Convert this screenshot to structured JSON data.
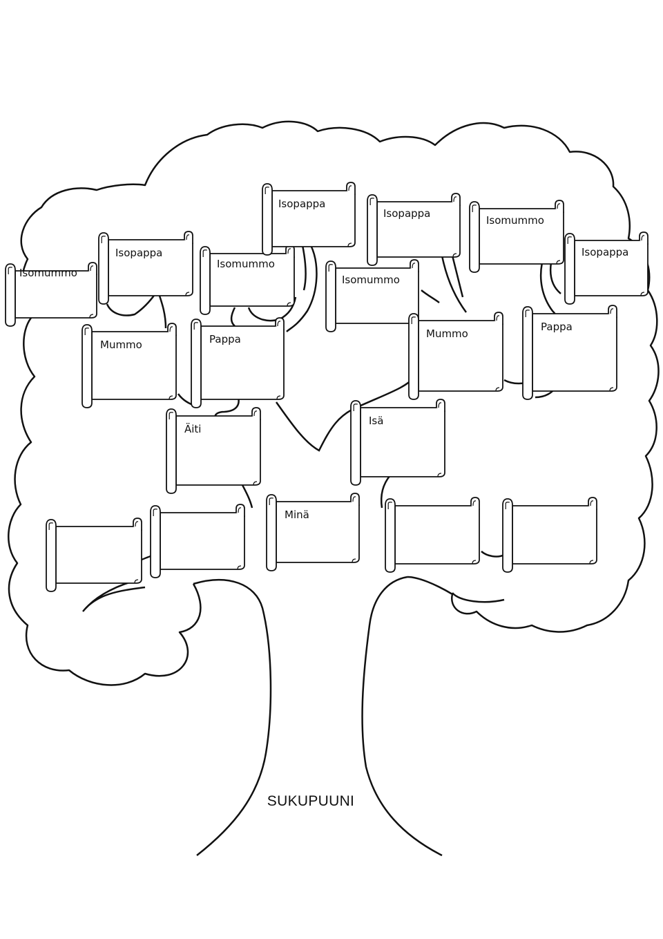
{
  "title": "SUKUPUUNI",
  "labels": {
    "isomummo_1": "Isomummo",
    "isopappa_1": "Isopappa",
    "isomummo_2": "Isomummo",
    "isopappa_2": "Isopappa",
    "isomummo_3": "Isomummo",
    "isopappa_3": "Isopappa",
    "isomummo_4": "Isomummo",
    "isopappa_4": "Isopappa",
    "mummo_1": "Mummo",
    "pappa_1": "Pappa",
    "mummo_2": "Mummo",
    "pappa_2": "Pappa",
    "aiti": "Äiti",
    "isa": "Isä",
    "mina": "Minä",
    "sibling_1": "",
    "sibling_2": "",
    "sibling_3": "",
    "sibling_4": ""
  },
  "colors": {
    "line": "#111111",
    "background": "#ffffff"
  }
}
